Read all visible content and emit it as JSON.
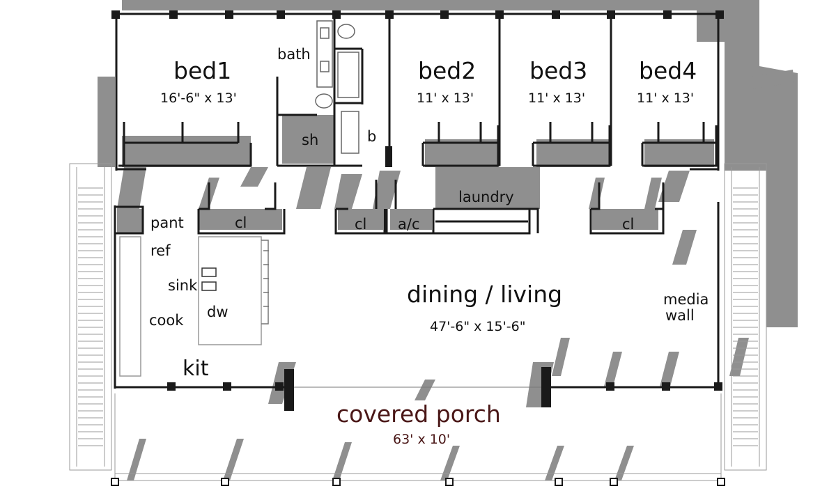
{
  "colors": {
    "wall": "#1a1a1a",
    "shadow": "#8f8f8f",
    "porch_text": "#4a1717"
  },
  "rooms": {
    "bed1": {
      "name": "bed1",
      "dims": "16'-6\" x 13'"
    },
    "bed2": {
      "name": "bed2",
      "dims": "11' x 13'"
    },
    "bed3": {
      "name": "bed3",
      "dims": "11' x 13'"
    },
    "bed4": {
      "name": "bed4",
      "dims": "11' x 13'"
    },
    "bath": "bath",
    "shower": "sh",
    "b": "b",
    "laundry": "laundry",
    "closet": "cl",
    "ac": "a/c",
    "pantry": "pant",
    "ref": "ref",
    "sink": "sink",
    "cook": "cook",
    "dw": "dw",
    "kit": "kit",
    "media_wall": [
      "media",
      "wall"
    ],
    "dining_living": {
      "name": "dining / living",
      "dims": "47'-6\" x 15'-6\""
    },
    "covered_porch": {
      "name": "covered porch",
      "dims": "63' x 10'"
    }
  }
}
